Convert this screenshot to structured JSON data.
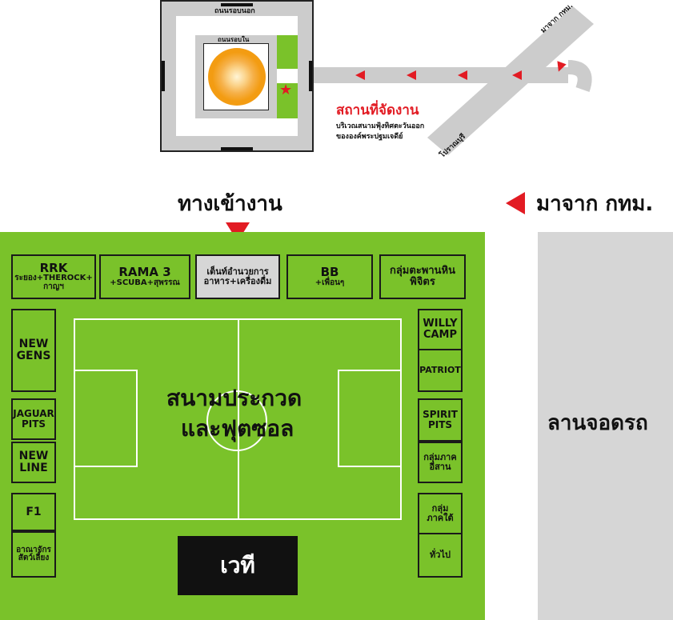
{
  "colors": {
    "field_green": "#7ac22a",
    "road_gray": "#cccccc",
    "parking_gray": "#d6d6d6",
    "accent_red": "#e21b23",
    "stage_black": "#111111",
    "orange": "#f39c12"
  },
  "top_map": {
    "outer_road_label": "ถนนรอบนอก",
    "inner_road_label": "ถนนรอบใน",
    "venue_title": "สถานที่จัดงาน",
    "venue_line1": "บริเวณสนามฟุ้งทิศตะวันออก",
    "venue_line2": "ขององค์พระปฐมเจดีย์",
    "road_label_bangkok": "มาจาก กทม.",
    "road_label_phrapathom": "โปราณบุรี"
  },
  "entrance_label": "ทางเข้างาน",
  "from_bangkok_label": "มาจาก กทม.",
  "parking_label": "ลานจอดรถ",
  "field_label_line1": "สนามประกวด",
  "field_label_line2": "และฟุตซอล",
  "stage_label": "เวที",
  "booths_top": [
    {
      "title": "RRK",
      "sub": "ระยอง+THEROCK+",
      "sub2": "กาญฯ"
    },
    {
      "title": "RAMA 3",
      "sub": "+SCUBA+สุพรรณ",
      "sub2": ""
    },
    {
      "title": "เต็นท์อำนวยการ",
      "sub": "อาหาร+เครื่องดื่ม",
      "sub2": ""
    },
    {
      "title": "BB",
      "sub": "+เพื่อนๆ",
      "sub2": ""
    },
    {
      "title": "กลุ่มตะพานหิน",
      "sub": "พิจิตร",
      "sub2": ""
    }
  ],
  "booths_left": [
    {
      "title": "NEW",
      "sub": "GENS"
    },
    {
      "title": "JAGUAR",
      "sub": "PITS"
    },
    {
      "title": "NEW",
      "sub": "LINE"
    },
    {
      "title": "F1",
      "sub": ""
    },
    {
      "title": "อาณาจักร",
      "sub": "สัตว์เลี้ยง"
    }
  ],
  "booths_right": [
    {
      "title": "WILLY",
      "sub": "CAMP"
    },
    {
      "title": "PATRIOT",
      "sub": ""
    },
    {
      "title": "SPIRIT",
      "sub": "PITS"
    },
    {
      "title": "กลุ่มภาค",
      "sub": "อีสาน"
    },
    {
      "title": "กลุ่ม",
      "sub": "ภาคใต้"
    },
    {
      "title": "ทั่วไป",
      "sub": ""
    }
  ]
}
